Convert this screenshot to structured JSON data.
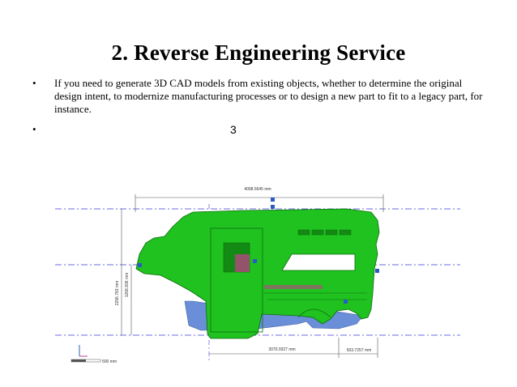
{
  "slide": {
    "title": "2.   Reverse Engineering Service",
    "bullets": [
      {
        "marker": "•",
        "text": "If you need to generate 3D CAD models from existing objects, whether to determine the original design intent, to modernize manufacturing processes or to design a new part to fit to a legacy part, for instance."
      },
      {
        "marker": "•",
        "text": "3"
      }
    ]
  },
  "figure": {
    "dimensions": {
      "top_width": "4098.6645 mm",
      "bottom_main": "3070.9327 mm",
      "bottom_right": "503.7257 mm",
      "height_outer": "2296.783 mm",
      "height_inner": "1268.836 mm",
      "scale_bar": "500 mm"
    },
    "colors": {
      "body": "#1fc21f",
      "body_dark": "#138a13",
      "underbody": "#6a8fd8",
      "hatch": "#c0408a",
      "guide_line": "#3b3bd6",
      "dimension_line": "#555555"
    }
  }
}
